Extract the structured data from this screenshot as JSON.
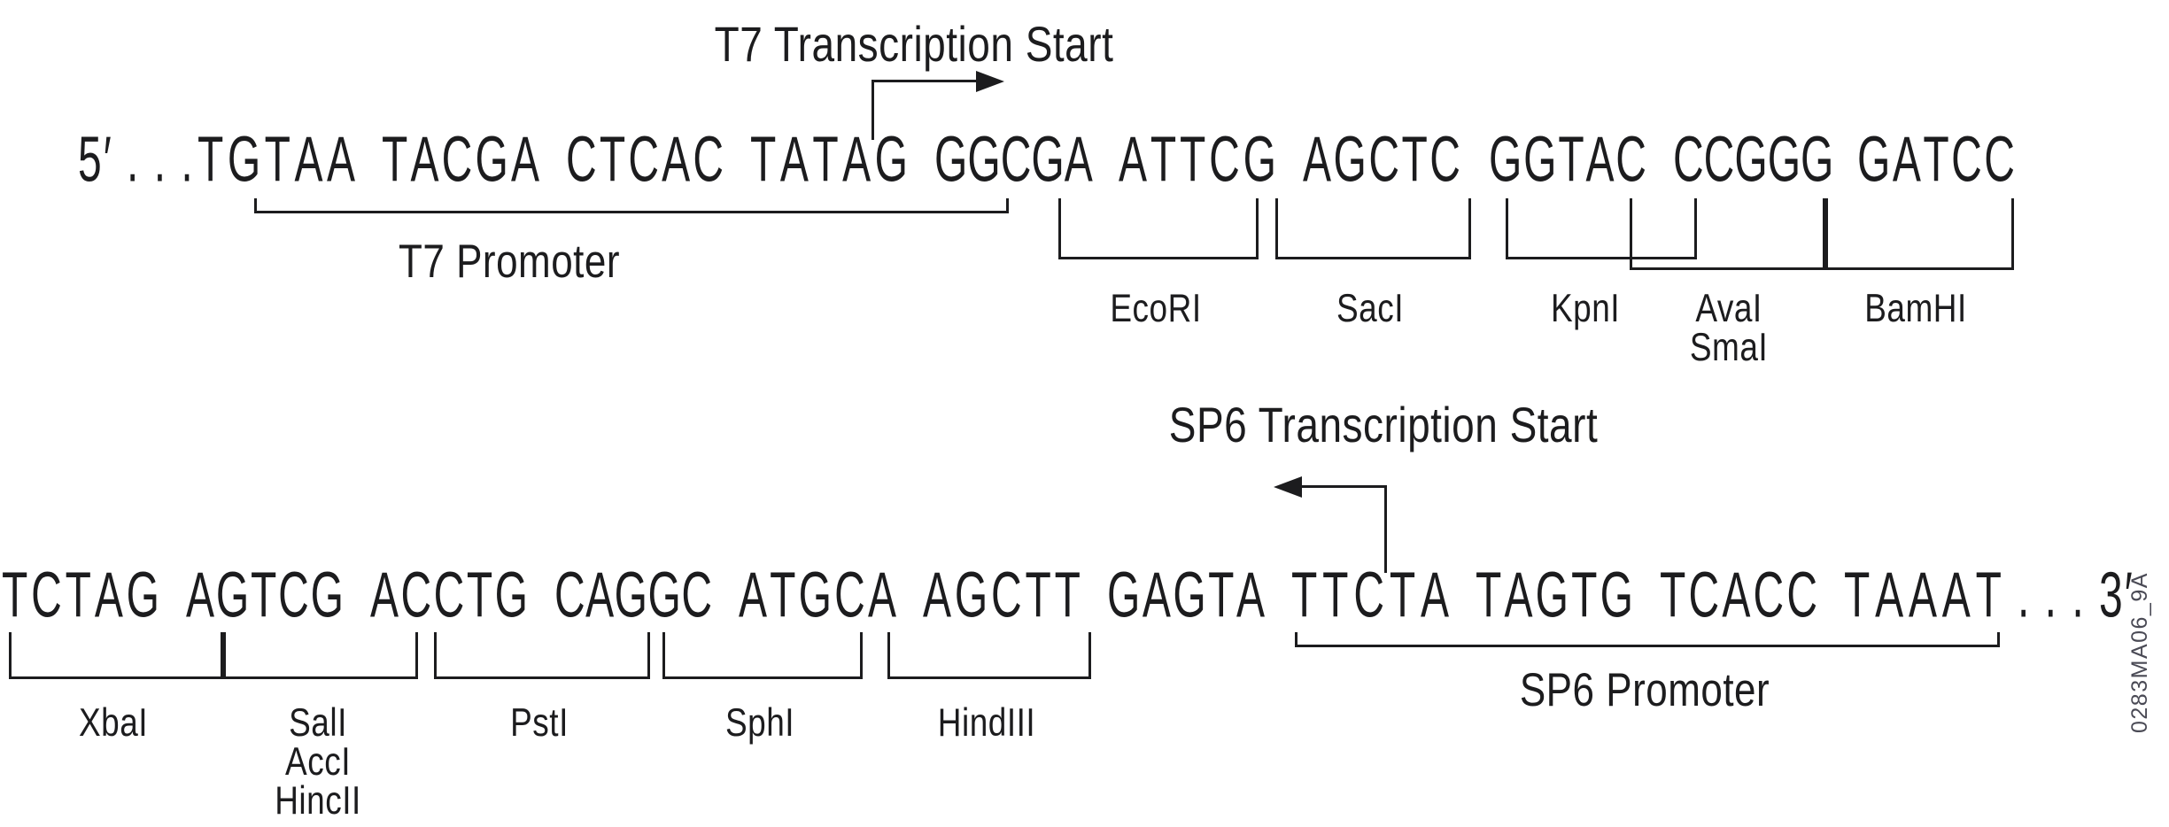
{
  "figure": {
    "code_label": "0283MA06_9A",
    "background": "#ffffff",
    "ink_color": "#1c1c1e",
    "code_color": "#4a4a55"
  },
  "top_strand": {
    "transcription_start_label": "T7 Transcription Start",
    "five_prime_label": "5′ . . .",
    "sequence_groups": [
      "TGTAA",
      "TACGA",
      "CTCAC",
      "TATAG",
      "GGCGA",
      "ATTCG",
      "AGCTC",
      "GGTAC",
      "CCGGG",
      "GATCC"
    ],
    "promoter_label": "T7 Promoter",
    "enzyme_sites": [
      {
        "names": [
          "EcoRI"
        ]
      },
      {
        "names": [
          "SacI"
        ]
      },
      {
        "names": [
          "KpnI"
        ]
      },
      {
        "names": [
          "AvaI",
          "SmaI"
        ]
      },
      {
        "names": [
          "BamHI"
        ]
      }
    ]
  },
  "bottom_strand": {
    "transcription_start_label": "SP6 Transcription Start",
    "sequence_groups": [
      "TCTAG",
      "AGTCG",
      "ACCTG",
      "CAGGC",
      "ATGCA",
      "AGCTT",
      "GAGTA",
      "TTCTA",
      "TAGTG",
      "TCACC",
      "TAAAT"
    ],
    "three_prime_label": ". . . 3′",
    "promoter_label": "SP6 Promoter",
    "enzyme_sites": [
      {
        "names": [
          "XbaI"
        ]
      },
      {
        "names": [
          "SalI",
          "AccI",
          "HincII"
        ]
      },
      {
        "names": [
          "PstI"
        ]
      },
      {
        "names": [
          "SphI"
        ]
      },
      {
        "names": [
          "HindIII"
        ]
      }
    ]
  }
}
